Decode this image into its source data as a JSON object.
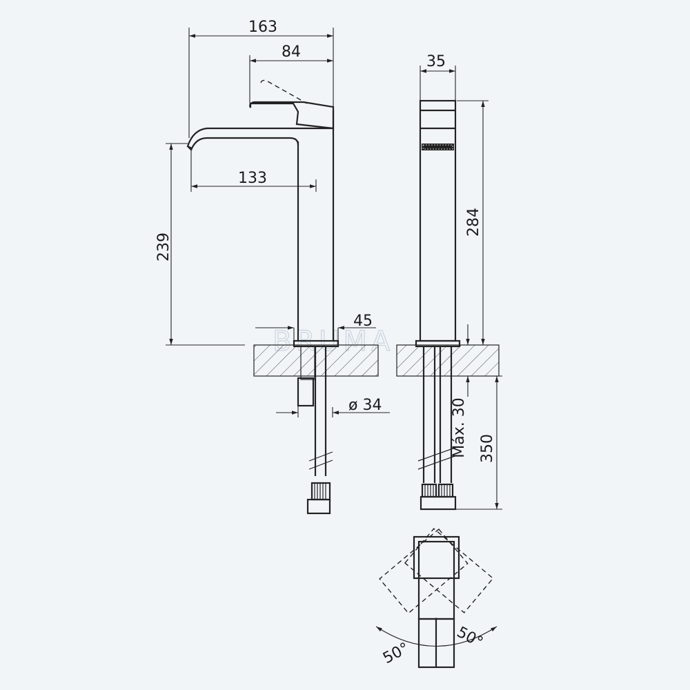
{
  "dimensions": {
    "total_width": "163",
    "lever_width": "84",
    "spout_reach": "133",
    "spout_height": "239",
    "base_diameter": "45",
    "shank_diameter": "ø 34",
    "body_depth": "35",
    "total_height": "284",
    "max_counter_thickness": "Máx. 30",
    "hose_length": "350",
    "rotation_left": "50°",
    "rotation_right": "50°"
  },
  "watermark": "BRUMA",
  "colors": {
    "line": "#222222",
    "background": "#f2f5f8"
  }
}
